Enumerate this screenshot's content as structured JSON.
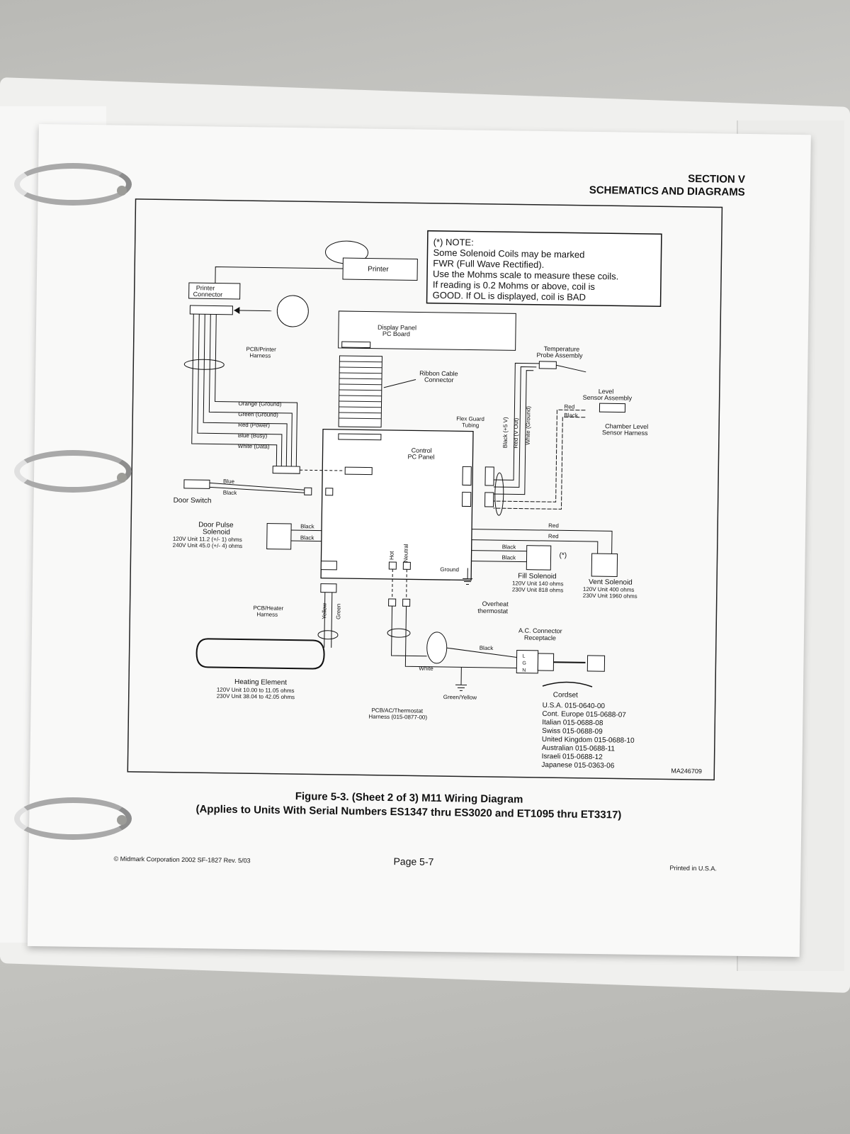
{
  "header": {
    "section": "SECTION V",
    "title": "SCHEMATICS AND DIAGRAMS"
  },
  "note": {
    "lines": [
      "(*) NOTE:",
      "Some Solenoid Coils may be marked",
      "FWR (Full Wave Rectified).",
      "Use the Mohms scale to measure these coils.",
      "If reading is 0.2 Mohms or above, coil is",
      "GOOD. If OL is displayed, coil is BAD"
    ]
  },
  "labels": {
    "printer": "Printer",
    "printer_connector": [
      "Printer",
      "Connector"
    ],
    "display_panel": [
      "Display Panel",
      "PC Board"
    ],
    "ribbon_cable": [
      "Ribbon Cable",
      "Connector"
    ],
    "pcb_printer_harness": [
      "PCB/Printer",
      "Harness"
    ],
    "temperature_probe": [
      "Temperature",
      "Probe Assembly"
    ],
    "level_sensor": [
      "Level",
      "Sensor Assembly"
    ],
    "chamber_level_harness": [
      "Chamber Level",
      "Sensor Harness"
    ],
    "flex_guard": [
      "Flex Guard",
      "Tubing"
    ],
    "control_pc_panel": [
      "Control",
      "PC Panel"
    ],
    "door_switch": "Door Switch",
    "door_pulse_solenoid": [
      "Door Pulse",
      "Solenoid"
    ],
    "door_pulse_specs": [
      "120V Unit 11.2 (+/- 1) ohms",
      "240V Unit 45.0 (+/- 4) ohms"
    ],
    "fill_solenoid": "Fill Solenoid",
    "fill_specs": [
      "120V Unit 140 ohms",
      "230V Unit 818 ohms"
    ],
    "vent_solenoid": "Vent Solenoid",
    "vent_specs": [
      "120V Unit 400 ohms",
      "230V Unit 1960 ohms"
    ],
    "ground": "Ground",
    "hot": "Hot",
    "neutral": "Neutral",
    "pcb_heater_harness": [
      "PCB/Heater",
      "Harness"
    ],
    "heating_element": "Heating Element",
    "heating_specs": [
      "120V Unit 10.00 to 11.05 ohms",
      "230V Unit 38.04 to 42.05 ohms"
    ],
    "overheat_thermostat": [
      "Overheat",
      "thermostat"
    ],
    "ac_connector": [
      "A.C. Connector",
      "Receptacle"
    ],
    "pcb_ac_harness": [
      "PCB/AC/Thermostat",
      "Harness (015-0877-00)"
    ],
    "asterisk": "(*)",
    "lgn": [
      "L",
      "G",
      "N"
    ],
    "drawing_number": "MA246709"
  },
  "wires": {
    "printer_harness": [
      "Orange (Ground)",
      "Green (Ground)",
      "Red (Power)",
      "Blue (Busy)",
      "White (Data)"
    ],
    "blue": "Blue",
    "black": "Black",
    "red": "Red",
    "white": "White",
    "yellow": "Yellow",
    "green": "Green",
    "green_yellow": "Green/Yellow",
    "probe_wires": [
      "Black (+5 V)",
      "Red (V Out)",
      "White (Ground)"
    ]
  },
  "cordset": {
    "title": "Cordset",
    "entries": [
      "U.S.A.  015-0640-00",
      "Cont. Europe  015-0688-07",
      "Italian  015-0688-08",
      "Swiss  015-0688-09",
      "United Kingdom  015-0688-10",
      "Australian  015-0688-11",
      "Israeli  015-0688-12",
      "Japanese  015-0363-06"
    ]
  },
  "caption": {
    "line1": "Figure 5-3.  (Sheet 2 of 3)  M11 Wiring Diagram",
    "line2": "(Applies to Units With Serial Numbers ES1347 thru ES3020 and ET1095 thru ET3317)"
  },
  "footer": {
    "left": "© Midmark Corporation 2002   SF-1827 Rev. 5/03",
    "center": "Page 5-7",
    "right": "Printed in U.S.A."
  }
}
